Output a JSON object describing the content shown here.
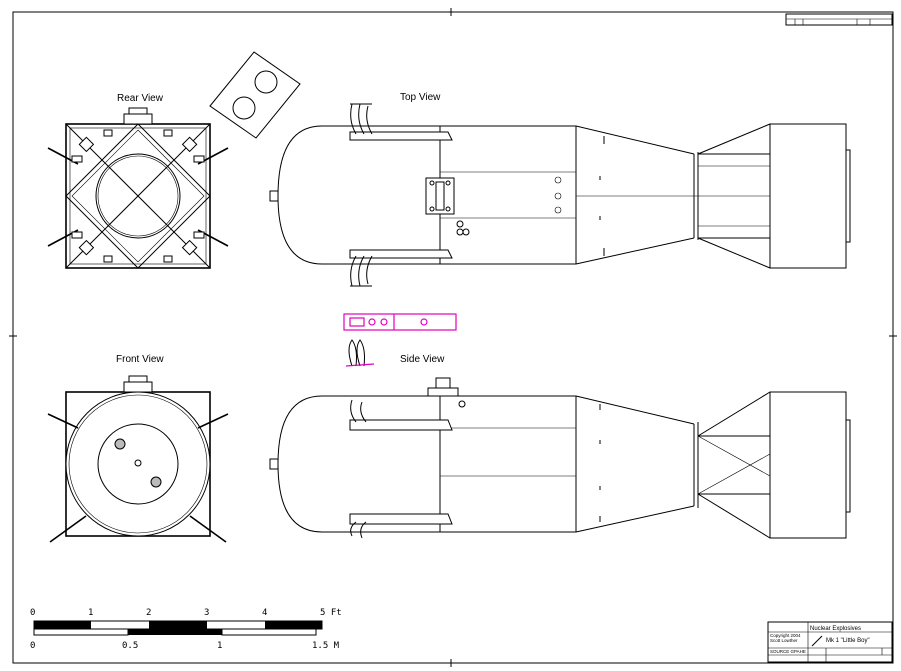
{
  "views": {
    "rear": "Rear View",
    "top": "Top View",
    "front": "Front View",
    "side": "Side View"
  },
  "scale_bar": {
    "feet_ticks": [
      "0",
      "1",
      "2",
      "3",
      "4"
    ],
    "feet_end": "5 Ft",
    "meter_ticks": [
      "0",
      "0.5",
      "1"
    ],
    "meter_end": "1.5 M"
  },
  "title_block": {
    "category": "Nuclear Explosives",
    "copyright_line1": "Copyright 2004",
    "copyright_line2": "Scott Lowther",
    "name": "Mk 1 \"Little Boy\"",
    "source": "SOURCE GPAHE"
  },
  "colors": {
    "line": "#000000",
    "highlight": "#e000c0",
    "paper": "#ffffff"
  }
}
